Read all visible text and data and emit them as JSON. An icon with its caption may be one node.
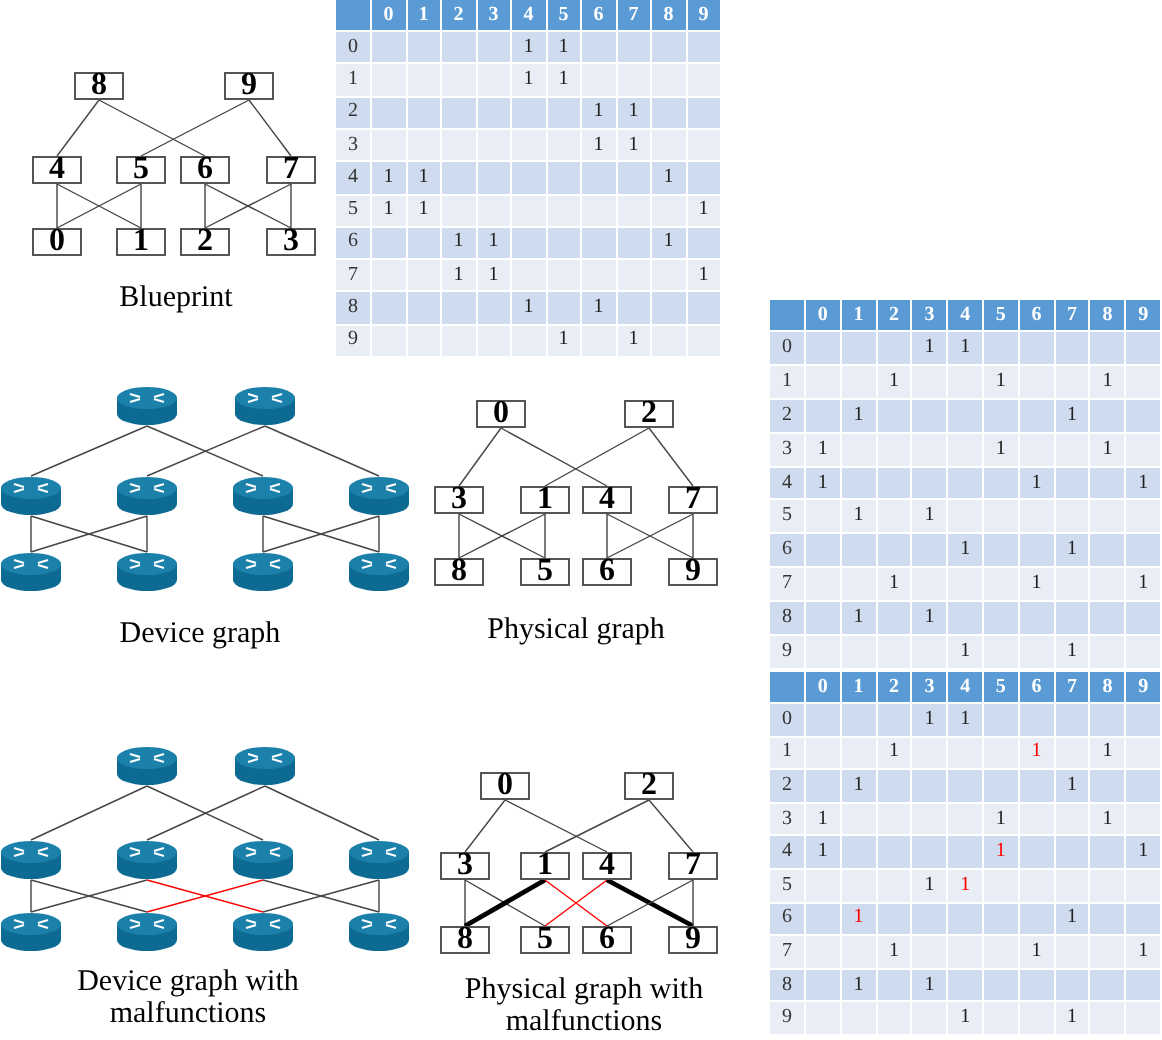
{
  "diagram": {
    "nodes": [
      {
        "text": [
          "8"
        ]
      },
      {
        "text": [
          "9"
        ]
      },
      {
        "text": [
          "4"
        ]
      },
      {
        "text": [
          "5"
        ]
      },
      {
        "text": [
          "6"
        ]
      },
      {
        "text": [
          "7"
        ]
      },
      {
        "text": [
          "0"
        ]
      },
      {
        "text": [
          "1"
        ]
      },
      {
        "text": [
          "2"
        ]
      },
      {
        "text": [
          "3"
        ]
      },
      {
        "text": [],
        "shape": "router"
      },
      {
        "text": [],
        "shape": "router"
      },
      {
        "text": [],
        "shape": "router"
      },
      {
        "text": [],
        "shape": "router"
      },
      {
        "text": [],
        "shape": "router"
      },
      {
        "text": [],
        "shape": "router"
      },
      {
        "text": [],
        "shape": "router"
      },
      {
        "text": [],
        "shape": "router"
      },
      {
        "text": [],
        "shape": "router"
      },
      {
        "text": [],
        "shape": "router"
      },
      {
        "text": [
          "0"
        ]
      },
      {
        "text": [
          "2"
        ]
      },
      {
        "text": [
          "3"
        ]
      },
      {
        "text": [
          "1"
        ]
      },
      {
        "text": [
          "4"
        ]
      },
      {
        "text": [
          "7"
        ]
      },
      {
        "text": [
          "8"
        ]
      },
      {
        "text": [
          "5"
        ]
      },
      {
        "text": [
          "6"
        ]
      },
      {
        "text": [
          "9"
        ]
      },
      {
        "text": [],
        "shape": "router"
      },
      {
        "text": [],
        "shape": "router"
      },
      {
        "text": [],
        "shape": "router"
      },
      {
        "text": [],
        "shape": "router"
      },
      {
        "text": [],
        "shape": "router"
      },
      {
        "text": [],
        "shape": "router"
      },
      {
        "text": [],
        "shape": "router"
      },
      {
        "text": [],
        "shape": "router"
      },
      {
        "text": [],
        "shape": "router"
      },
      {
        "text": [],
        "shape": "router"
      },
      {
        "text": [
          "0"
        ]
      },
      {
        "text": [
          "2"
        ]
      },
      {
        "text": [
          "3"
        ]
      },
      {
        "text": [
          "1"
        ]
      },
      {
        "text": [
          "4"
        ]
      },
      {
        "text": [
          "7"
        ]
      },
      {
        "text": [
          "8"
        ]
      },
      {
        "text": [
          "5"
        ]
      },
      {
        "text": [
          "6"
        ]
      },
      {
        "text": [
          "9"
        ]
      }
    ],
    "edges": [
      {
        "from": 0,
        "to": 2,
        "arrow": "none"
      },
      {
        "from": 0,
        "to": 4,
        "arrow": "none"
      },
      {
        "from": 1,
        "to": 3,
        "arrow": "none"
      },
      {
        "from": 1,
        "to": 5,
        "arrow": "none"
      },
      {
        "from": 2,
        "to": 6,
        "arrow": "none"
      },
      {
        "from": 2,
        "to": 7,
        "arrow": "none"
      },
      {
        "from": 3,
        "to": 6,
        "arrow": "none"
      },
      {
        "from": 3,
        "to": 7,
        "arrow": "none"
      },
      {
        "from": 4,
        "to": 8,
        "arrow": "none"
      },
      {
        "from": 4,
        "to": 9,
        "arrow": "none"
      },
      {
        "from": 5,
        "to": 8,
        "arrow": "none"
      },
      {
        "from": 5,
        "to": 9,
        "arrow": "none"
      },
      {
        "from": 10,
        "to": 12,
        "arrow": "none"
      },
      {
        "from": 10,
        "to": 14,
        "arrow": "none"
      },
      {
        "from": 11,
        "to": 13,
        "arrow": "none"
      },
      {
        "from": 11,
        "to": 15,
        "arrow": "none"
      },
      {
        "from": 12,
        "to": 16,
        "arrow": "none"
      },
      {
        "from": 12,
        "to": 17,
        "arrow": "none"
      },
      {
        "from": 13,
        "to": 16,
        "arrow": "none"
      },
      {
        "from": 13,
        "to": 17,
        "arrow": "none"
      },
      {
        "from": 14,
        "to": 18,
        "arrow": "none"
      },
      {
        "from": 14,
        "to": 19,
        "arrow": "none"
      },
      {
        "from": 15,
        "to": 18,
        "arrow": "none"
      },
      {
        "from": 15,
        "to": 19,
        "arrow": "none"
      },
      {
        "from": 20,
        "to": 22,
        "arrow": "none"
      },
      {
        "from": 20,
        "to": 24,
        "arrow": "none"
      },
      {
        "from": 21,
        "to": 23,
        "arrow": "none"
      },
      {
        "from": 21,
        "to": 25,
        "arrow": "none"
      },
      {
        "from": 22,
        "to": 26,
        "arrow": "none"
      },
      {
        "from": 22,
        "to": 27,
        "arrow": "none"
      },
      {
        "from": 23,
        "to": 26,
        "arrow": "none"
      },
      {
        "from": 23,
        "to": 27,
        "arrow": "none"
      },
      {
        "from": 24,
        "to": 28,
        "arrow": "none"
      },
      {
        "from": 24,
        "to": 29,
        "arrow": "none"
      },
      {
        "from": 25,
        "to": 28,
        "arrow": "none"
      },
      {
        "from": 25,
        "to": 29,
        "arrow": "none"
      },
      {
        "from": 30,
        "to": 32,
        "arrow": "none"
      },
      {
        "from": 30,
        "to": 34,
        "arrow": "none"
      },
      {
        "from": 31,
        "to": 33,
        "arrow": "none"
      },
      {
        "from": 31,
        "to": 35,
        "arrow": "none"
      },
      {
        "from": 32,
        "to": 36,
        "arrow": "none"
      },
      {
        "from": 32,
        "to": 37,
        "arrow": "none"
      },
      {
        "from": 33,
        "to": 36,
        "arrow": "none"
      },
      {
        "from": 33,
        "to": 38,
        "arrow": "none",
        "color": "#ff0000"
      },
      {
        "from": 34,
        "to": 37,
        "arrow": "none",
        "color": "#ff0000"
      },
      {
        "from": 34,
        "to": 39,
        "arrow": "none"
      },
      {
        "from": 35,
        "to": 38,
        "arrow": "none"
      },
      {
        "from": 35,
        "to": 39,
        "arrow": "none"
      },
      {
        "from": 40,
        "to": 42,
        "arrow": "none"
      },
      {
        "from": 40,
        "to": 44,
        "arrow": "none"
      },
      {
        "from": 41,
        "to": 43,
        "arrow": "none"
      },
      {
        "from": 41,
        "to": 45,
        "arrow": "none"
      },
      {
        "from": 42,
        "to": 46,
        "arrow": "none"
      },
      {
        "from": 42,
        "to": 47,
        "arrow": "none"
      },
      {
        "from": 43,
        "to": 46,
        "arrow": "none",
        "style": "thick"
      },
      {
        "from": 43,
        "to": 48,
        "arrow": "none",
        "color": "#ff0000"
      },
      {
        "from": 44,
        "to": 47,
        "arrow": "none",
        "color": "#ff0000"
      },
      {
        "from": 44,
        "to": 49,
        "arrow": "none",
        "style": "thick"
      },
      {
        "from": 45,
        "to": 48,
        "arrow": "none"
      },
      {
        "from": 45,
        "to": 49,
        "arrow": "none"
      }
    ],
    "labels": [
      "Blueprint",
      "0",
      "1",
      "2",
      "3",
      "4",
      "5",
      "6",
      "7",
      "8",
      "9",
      "0",
      "1",
      "1",
      "1",
      "1",
      "1",
      "2",
      "1",
      "1",
      "3",
      "1",
      "1",
      "4",
      "1",
      "1",
      "1",
      "5",
      "1",
      "1",
      "1",
      "6",
      "1",
      "1",
      "1",
      "7",
      "1",
      "1",
      "1",
      "8",
      "1",
      "1",
      "9",
      "1",
      "1",
      "0",
      "1",
      "2",
      "3",
      "4",
      "5",
      "6",
      "7",
      "8",
      "9",
      "0",
      "1",
      "1",
      "1",
      "1",
      "1",
      "1",
      "2",
      "1",
      "1",
      "3",
      "1",
      "1",
      "1",
      "4",
      "1",
      "1",
      "1",
      "5",
      "1",
      "1",
      "6",
      "1",
      "1",
      "7",
      "1",
      "1",
      "1",
      "8",
      "1",
      "1",
      "9",
      "1",
      "1",
      "Device graph",
      "Physical graph",
      "0",
      "1",
      "2",
      "3",
      "4",
      "5",
      "6",
      "7",
      "8",
      "9",
      "0",
      "1",
      "1",
      "1",
      "1",
      "1",
      "1",
      "2",
      "1",
      "1",
      "3",
      "1",
      "1",
      "1",
      "4",
      "1",
      "1",
      "1",
      "5",
      "1",
      "1",
      "6",
      "1",
      "1",
      "7",
      "1",
      "1",
      "1",
      "8",
      "1",
      "1",
      "9",
      "1",
      "1",
      "Device graph with malfunctions",
      "Physical graph with malfunctions"
    ]
  }
}
